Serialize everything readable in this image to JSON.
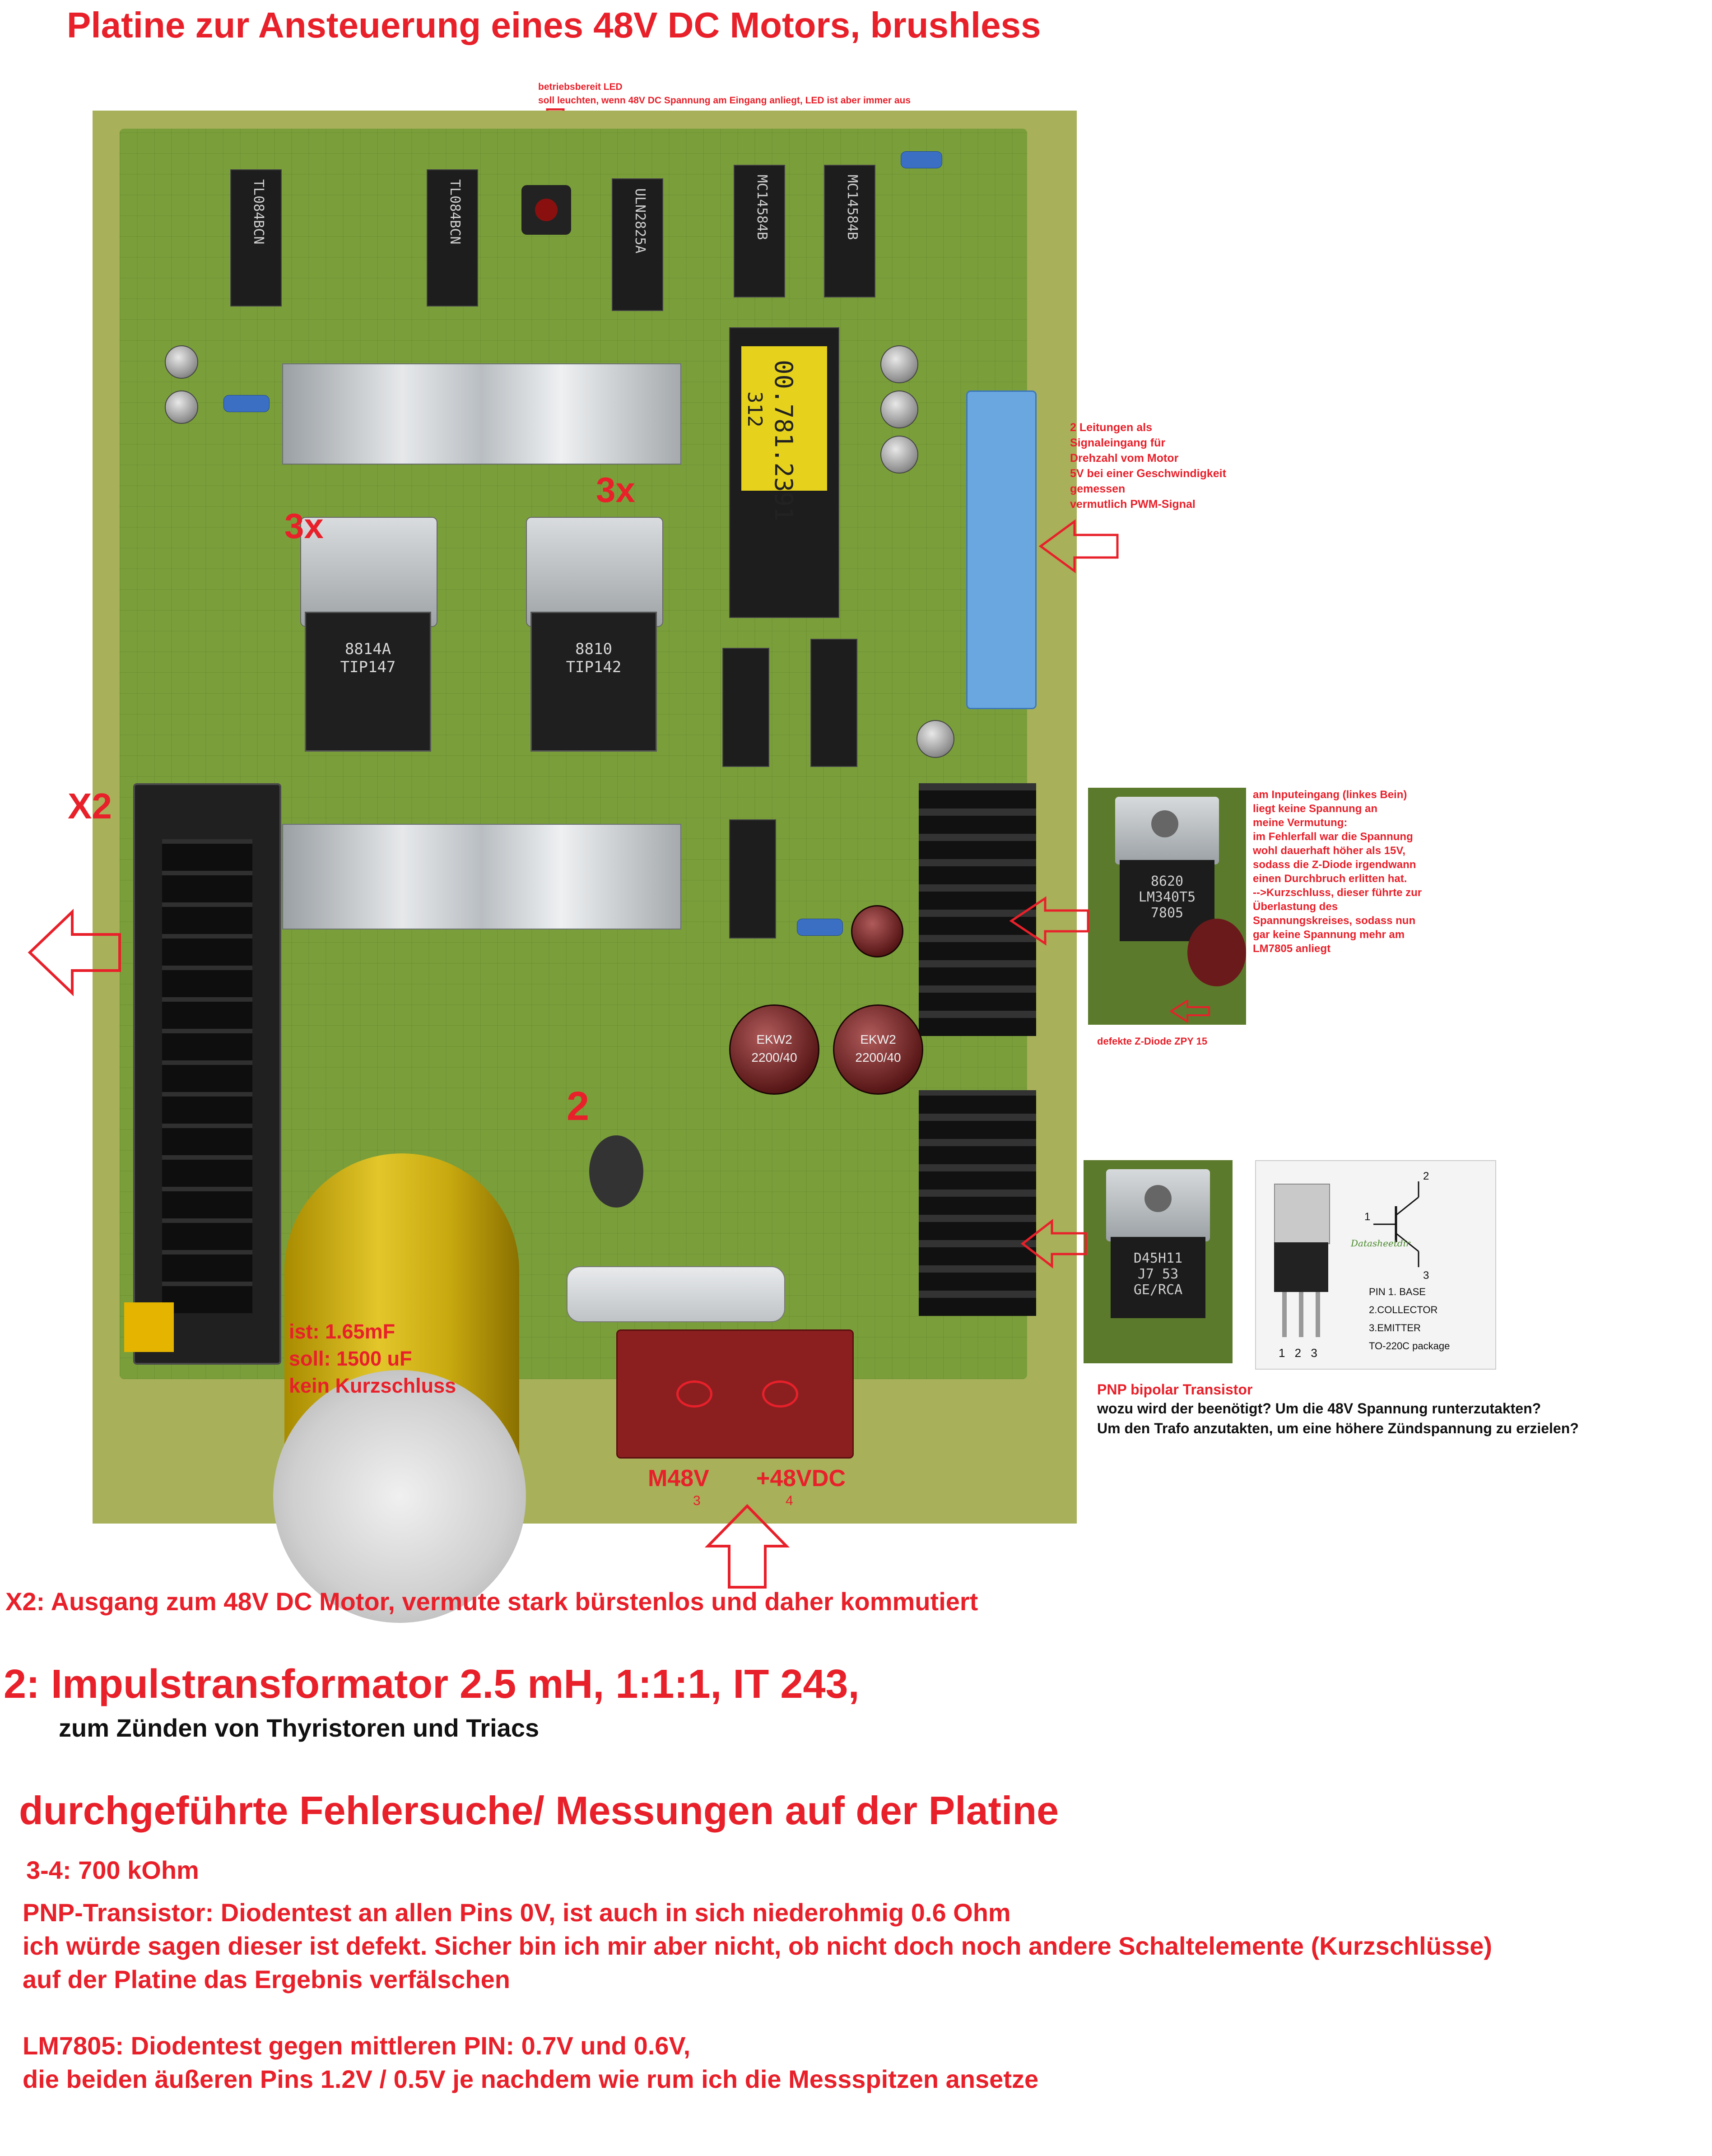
{
  "title": "Platine zur Ansteuerung eines 48V DC Motors, brushless",
  "annotations": {
    "led": "betriebsbereit LED\nsoll leuchten, wenn 48V DC Spannung am Eingang anliegt, LED ist aber immer aus",
    "signal": "2 Leitungen als\nSignaleingang für\nDrehzahl vom Motor\n5V bei einer Geschwindigkeit\ngemessen\nvermutlich PWM-Signal",
    "input": "am Inputeingang (linkes Bein)\nliegt keine Spannung an\nmeine Vermutung:\nim Fehlerfall war die Spannung\nwohl dauerhaft höher als 15V,\nsodass die Z-Diode irgendwann\neinen Durchbruch erlitten hat.\n-->Kurzschluss, dieser führte zur\nÜberlastung des\nSpannungskreises, sodass nun\ngar keine Spannung mehr am\nLM7805 anliegt",
    "zdiode": "defekte Z-Diode ZPY 15",
    "pnp_title": "PNP bipolar Transistor",
    "pnp_desc": "wozu wird der beenötigt? Um die 48V Spannung runterzutakten?\nUm den Trafo anzutakten, um eine höhere Zündspannung zu erzielen?",
    "cap": "ist: 1.65mF\nsoll: 1500 uF\nkein Kurzschluss",
    "x2": "X2",
    "three_x_left": "3x",
    "three_x_right": "3x",
    "two": "2",
    "m48v": "M48V",
    "m48v_pin": "3",
    "plus48": "+48VDC",
    "plus48_pin": "4"
  },
  "components": {
    "ic1": "TL084BCN",
    "ic2": "TL084BCN",
    "ic3": "ULN2825A",
    "ic4": "MC14584B",
    "ic5": "MC14584B",
    "eprom": "00.781.2391",
    "eprom_sub": "312",
    "tip_left": "8814A\nTIP147",
    "tip_right": "8810\nTIP142",
    "lm_label": "8620\nLM340T5\n7805",
    "pnp_label": "D45H11\nJ7  53\nGE/RCA",
    "ecap1": "EKW2\n2200/40",
    "ecap2": "EKW2\n2200/40",
    "pkg_pins": "1 2 3",
    "pkg_note": "PIN 1. BASE\n2.COLLECTOR\n3.EMITTER\nTO-220C package",
    "pkg_num2": "2",
    "pkg_num1": "1",
    "pkg_num3": "3",
    "datasheet": "Datasheetdir"
  },
  "footer": {
    "x2_line": "X2: Ausgang zum 48V DC Motor, vermute stark bürstenlos und daher kommutiert",
    "impuls": "2: Impulstransformator 2.5 mH, 1:1:1, IT 243,",
    "impuls_sub": "zum Zünden von Thyristoren und Triacs",
    "heading": "durchgeführte Fehlersuche/ Messungen auf der Platine",
    "m1": "3-4: 700 kOhm",
    "m2": "PNP-Transistor: Diodentest an allen Pins 0V, ist auch in sich niederohmig 0.6 Ohm\nich würde sagen dieser ist defekt. Sicher bin ich mir aber nicht, ob nicht doch noch andere Schaltelemente (Kurzschlüsse)\nauf der Platine das Ergebnis verfälschen",
    "m3": "LM7805: Diodentest gegen mittleren PIN: 0.7V und 0.6V,\ndie beiden äußeren Pins 1.2V / 0.5V  je nachdem wie rum ich die Messspitzen ansetze"
  },
  "colors": {
    "accent": "#e8202a",
    "pcb": "#7a9f3a"
  }
}
